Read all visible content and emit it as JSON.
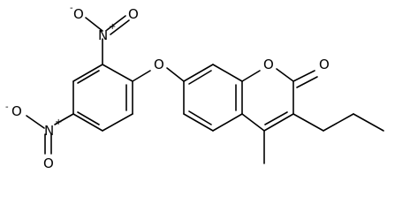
{
  "molecule": {
    "atom_labels": {
      "n_upper": "N",
      "n_upper_plus": "+",
      "o_upper_left": "O",
      "o_upper_left_minus": "-",
      "o_upper_right": "O",
      "n_lower": "N",
      "n_lower_plus": "+",
      "o_lower_left": "O",
      "o_lower_left_minus": "-",
      "o_lower_bottom": "O",
      "o_ether": "O",
      "o_ring": "O",
      "o_carbonyl": "O"
    },
    "colors": {
      "bond": "#000000",
      "text": "#000000",
      "background": "#ffffff"
    }
  }
}
